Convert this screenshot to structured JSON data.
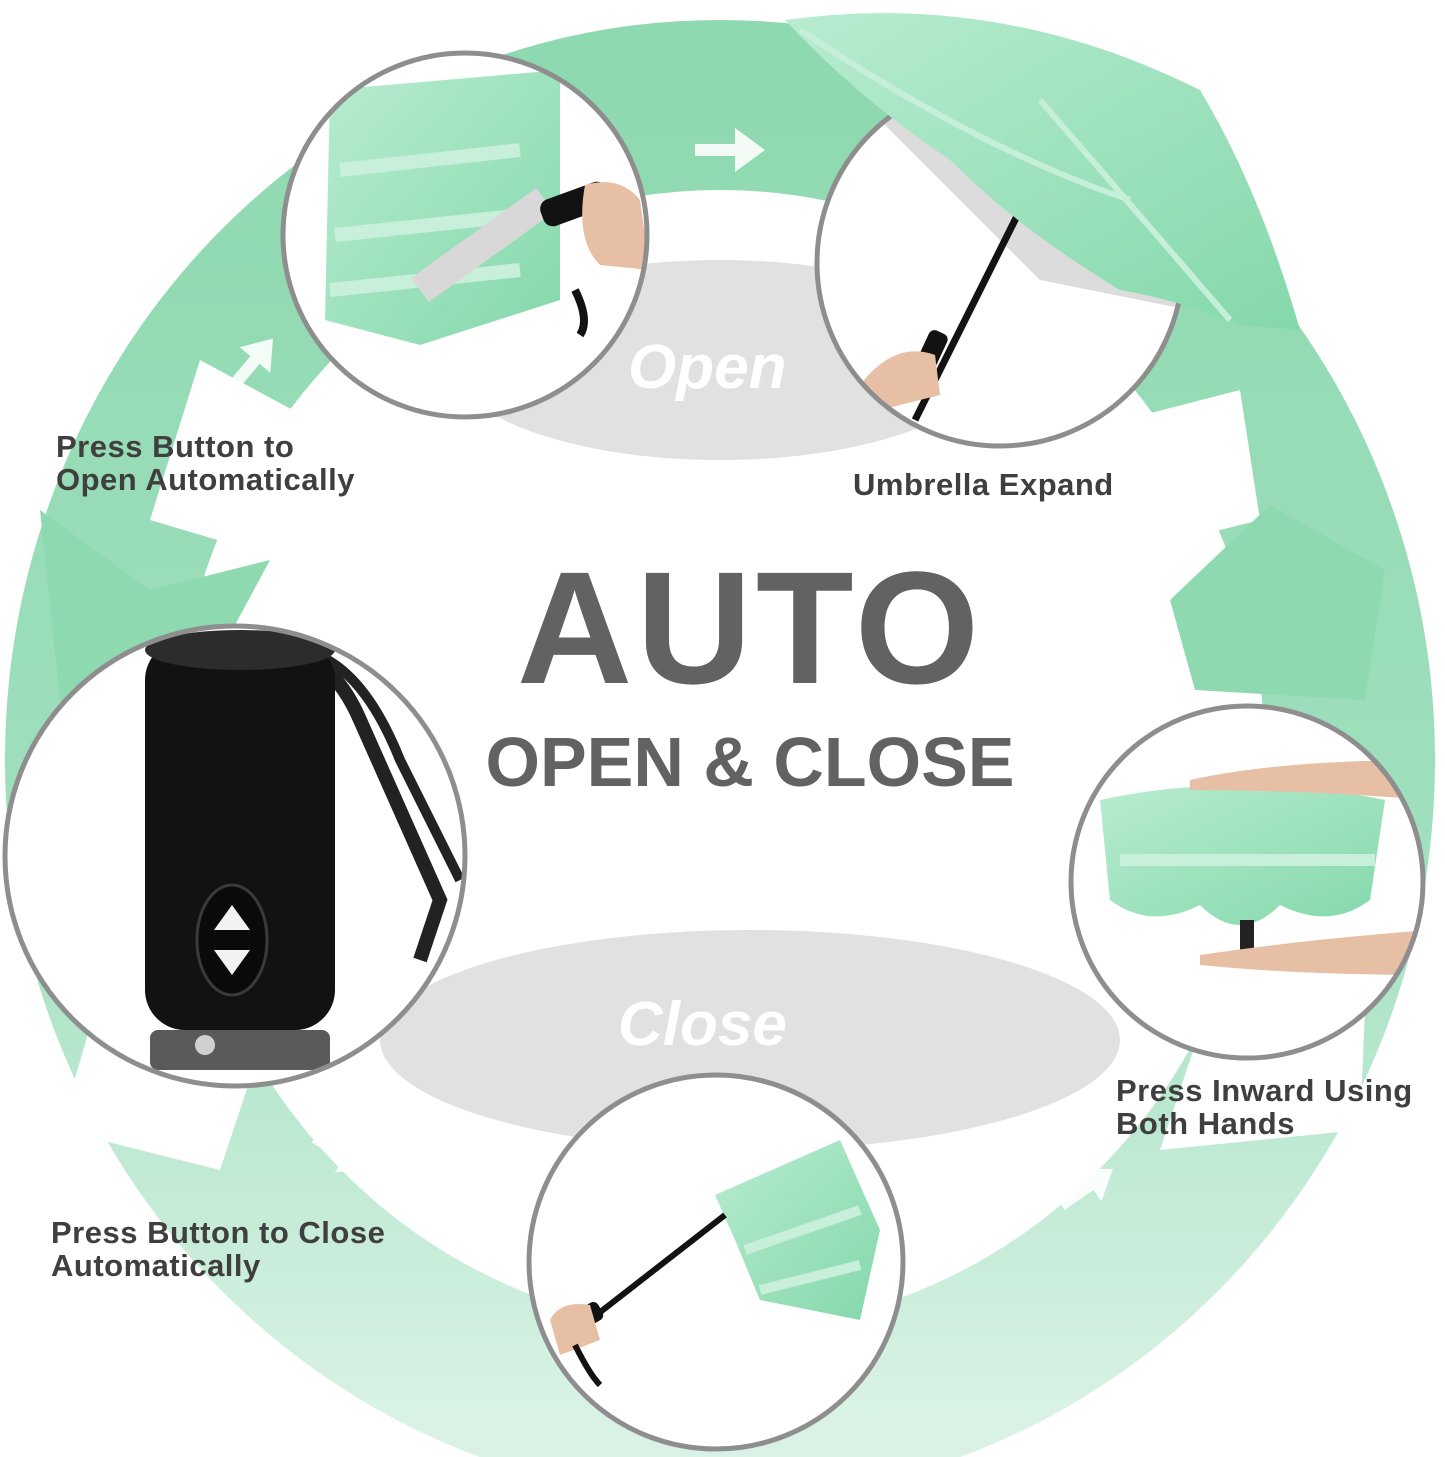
{
  "title": {
    "main": "AUTO",
    "sub": "OPEN & CLOSE"
  },
  "stages": {
    "open": "Open",
    "close": "Close"
  },
  "captions": {
    "press_open": [
      "Press Button to",
      "Open Automatically"
    ],
    "expand": [
      "Umbrella Expand"
    ],
    "press_inward": [
      "Press Inward Using",
      "Both Hands"
    ],
    "press_close": [
      "Press Button to Close",
      "Automatically"
    ]
  },
  "colors": {
    "ring_green": "#8fd9b0",
    "ring_light": "#d5f1e2",
    "canopy": "#9be3bd",
    "stage_grey": "#e1e1e1",
    "circle_border": "#8e8e8e",
    "text_dark": "#3f3f3f",
    "title_grey": "#626262",
    "handle": "#121212"
  },
  "icons": [
    "arrow-icon",
    "umbrella-icon",
    "hand-icon",
    "button-icon"
  ]
}
